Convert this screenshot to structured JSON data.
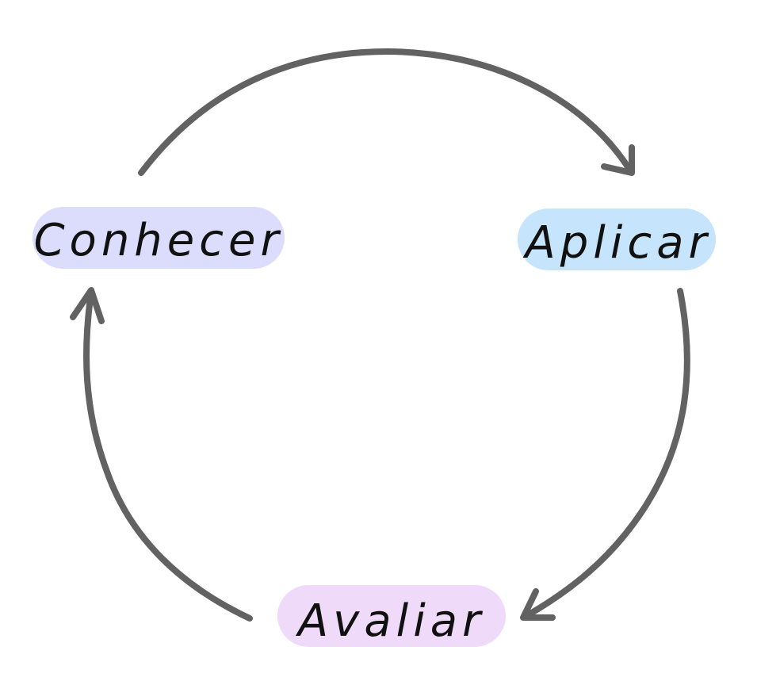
{
  "nodes": {
    "conhecer": {
      "label": "Conhecer",
      "fill": "#dcdcfc"
    },
    "aplicar": {
      "label": "Aplicar",
      "fill": "#c6e4fb"
    },
    "avaliar": {
      "label": "Avaliar",
      "fill": "#efdafa"
    }
  },
  "arrow_color": "#626262"
}
